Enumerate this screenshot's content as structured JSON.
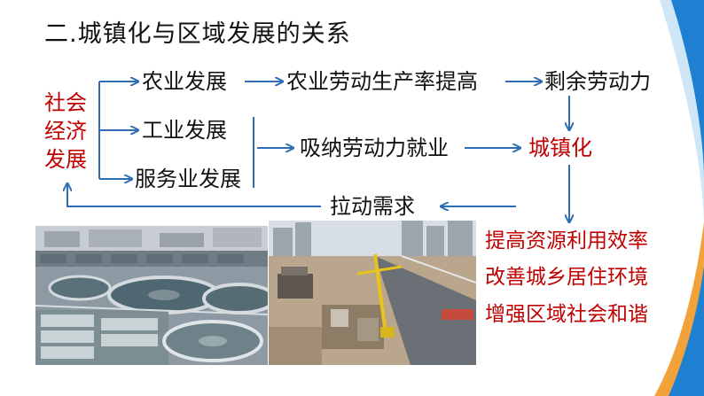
{
  "slide": {
    "title": "二.城镇化与区域发展的关系",
    "origin_lines": [
      "社会",
      "经济",
      "发展"
    ],
    "nodes": {
      "agriculture": "农业发展",
      "industry": "工业发展",
      "services": "服务业发展",
      "productivity": "农业劳动生产率提高",
      "surplus_labor": "剩余劳动力",
      "absorb_labor": "吸纳劳动力就业",
      "urbanization": "城镇化",
      "demand": "拉动需求"
    },
    "outcomes": [
      "提高资源利用效率",
      "改善城乡居住环境",
      "增强区域社会和谐"
    ],
    "images": [
      {
        "subject": "water treatment plant aerial view"
      },
      {
        "subject": "urban construction site aerial view"
      }
    ],
    "colors": {
      "accent": "#c00000",
      "arrow": "#2f6db5",
      "deco_blue": "#1f7fd1",
      "deco_orange": "#f2a23a"
    }
  }
}
